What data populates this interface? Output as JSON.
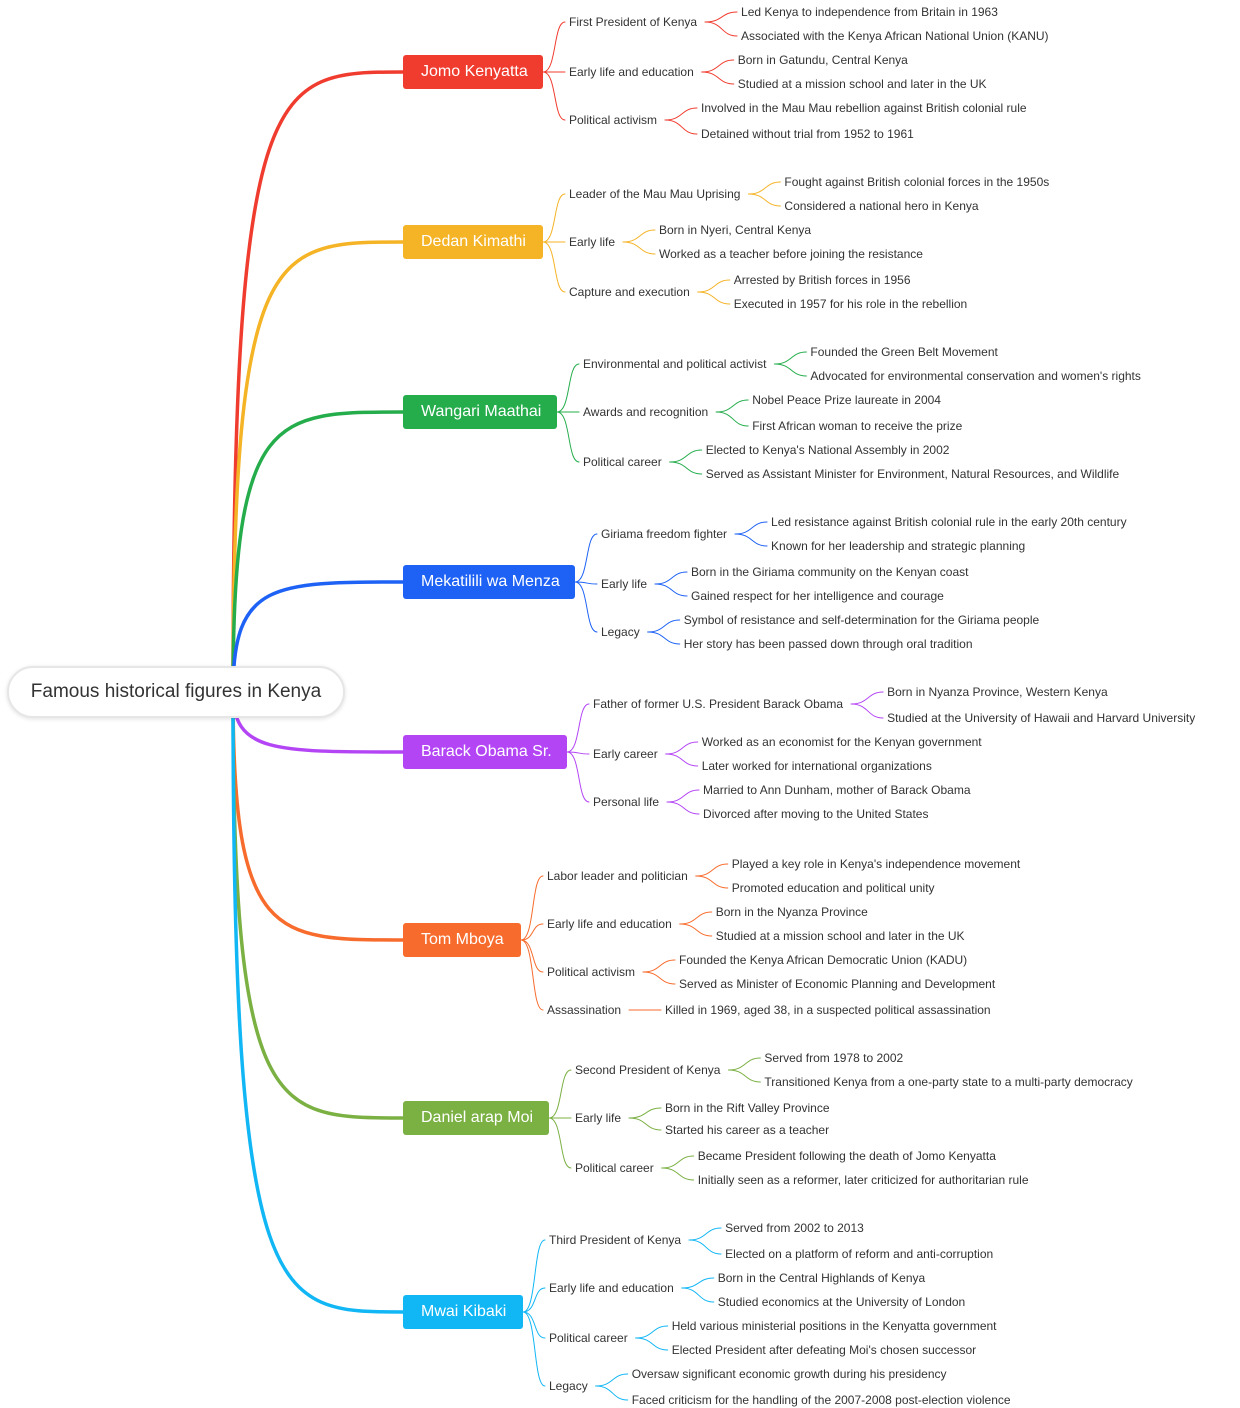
{
  "root": {
    "title": "Famous historical figures in Kenya"
  },
  "branches": [
    {
      "name": "Jomo Kenyatta",
      "color": "#f03c2f",
      "children": [
        {
          "label": "First President of Kenya",
          "leaves": [
            "Led Kenya to independence from Britain in 1963",
            "Associated with the Kenya African National Union (KANU)"
          ]
        },
        {
          "label": "Early life and education",
          "leaves": [
            "Born in Gatundu, Central Kenya",
            "Studied at a mission school and later in the UK"
          ]
        },
        {
          "label": "Political activism",
          "leaves": [
            "Involved in the Mau Mau rebellion against British colonial rule",
            "Detained without trial from 1952 to 1961"
          ]
        }
      ]
    },
    {
      "name": "Dedan Kimathi",
      "color": "#f5b326",
      "children": [
        {
          "label": "Leader of the Mau Mau Uprising",
          "leaves": [
            "Fought against British colonial forces in the 1950s",
            "Considered a national hero in Kenya"
          ]
        },
        {
          "label": "Early life",
          "leaves": [
            "Born in Nyeri, Central Kenya",
            "Worked as a teacher before joining the resistance"
          ]
        },
        {
          "label": "Capture and execution",
          "leaves": [
            "Arrested by British forces in 1956",
            "Executed in 1957 for his role in the rebellion"
          ]
        }
      ]
    },
    {
      "name": "Wangari Maathai",
      "color": "#25ad4c",
      "children": [
        {
          "label": "Environmental and political activist",
          "leaves": [
            "Founded the Green Belt Movement",
            "Advocated for environmental conservation and women's rights"
          ]
        },
        {
          "label": "Awards and recognition",
          "leaves": [
            "Nobel Peace Prize laureate in 2004",
            "First African woman to receive the prize"
          ]
        },
        {
          "label": "Political career",
          "leaves": [
            "Elected to Kenya's National Assembly in 2002",
            "Served as Assistant Minister for Environment, Natural Resources, and Wildlife"
          ]
        }
      ]
    },
    {
      "name": "Mekatilili wa Menza",
      "color": "#1e62f5",
      "children": [
        {
          "label": "Giriama freedom fighter",
          "leaves": [
            "Led resistance against British colonial rule in the early 20th century",
            "Known for her leadership and strategic planning"
          ]
        },
        {
          "label": "Early life",
          "leaves": [
            "Born in the Giriama community on the Kenyan coast",
            "Gained respect for her intelligence and courage"
          ]
        },
        {
          "label": "Legacy",
          "leaves": [
            "Symbol of resistance and self-determination for the Giriama people",
            "Her story has been passed down through oral tradition"
          ]
        }
      ]
    },
    {
      "name": "Barack Obama Sr.",
      "color": "#b445f5",
      "children": [
        {
          "label": "Father of former U.S. President Barack Obama",
          "leaves": [
            "Born in Nyanza Province, Western Kenya",
            "Studied at the University of Hawaii and Harvard University"
          ]
        },
        {
          "label": "Early career",
          "leaves": [
            "Worked as an economist for the Kenyan government",
            "Later worked for international organizations"
          ]
        },
        {
          "label": "Personal life",
          "leaves": [
            "Married to Ann Dunham, mother of Barack Obama",
            "Divorced after moving to the United States"
          ]
        }
      ]
    },
    {
      "name": "Tom Mboya",
      "color": "#f76b2c",
      "children": [
        {
          "label": "Labor leader and politician",
          "leaves": [
            "Played a key role in Kenya's independence movement",
            "Promoted education and political unity"
          ]
        },
        {
          "label": "Early life and education",
          "leaves": [
            "Born in the Nyanza Province",
            "Studied at a mission school and later in the UK"
          ]
        },
        {
          "label": "Political activism",
          "leaves": [
            "Founded the Kenya African Democratic Union (KADU)",
            "Served as Minister of Economic Planning and Development"
          ]
        },
        {
          "label": "Assassination",
          "leaves": [
            "Killed in 1969, aged 38, in a suspected political assassination"
          ]
        }
      ]
    },
    {
      "name": "Daniel arap Moi",
      "color": "#7bb043",
      "children": [
        {
          "label": "Second President of Kenya",
          "leaves": [
            "Served from 1978 to 2002",
            "Transitioned Kenya from a one-party state to a multi-party democracy"
          ]
        },
        {
          "label": "Early life",
          "leaves": [
            "Born in the Rift Valley Province",
            "Started his career as a teacher"
          ]
        },
        {
          "label": "Political career",
          "leaves": [
            "Became President following the death of Jomo Kenyatta",
            "Initially seen as a reformer, later criticized for authoritarian rule"
          ]
        }
      ]
    },
    {
      "name": "Mwai Kibaki",
      "color": "#11b6f5",
      "children": [
        {
          "label": "Third President of Kenya",
          "leaves": [
            "Served from 2002 to 2013",
            "Elected on a platform of reform and anti-corruption"
          ]
        },
        {
          "label": "Early life and education",
          "leaves": [
            "Born in the Central Highlands of Kenya",
            "Studied economics at the University of London"
          ]
        },
        {
          "label": "Political career",
          "leaves": [
            "Held various ministerial positions in the Kenyatta government",
            "Elected President after defeating Moi's chosen successor"
          ]
        },
        {
          "label": "Legacy",
          "leaves": [
            "Oversaw significant economic growth during his presidency",
            "Faced criticism for the handling of the 2007-2008 post-election violence"
          ]
        }
      ]
    }
  ]
}
